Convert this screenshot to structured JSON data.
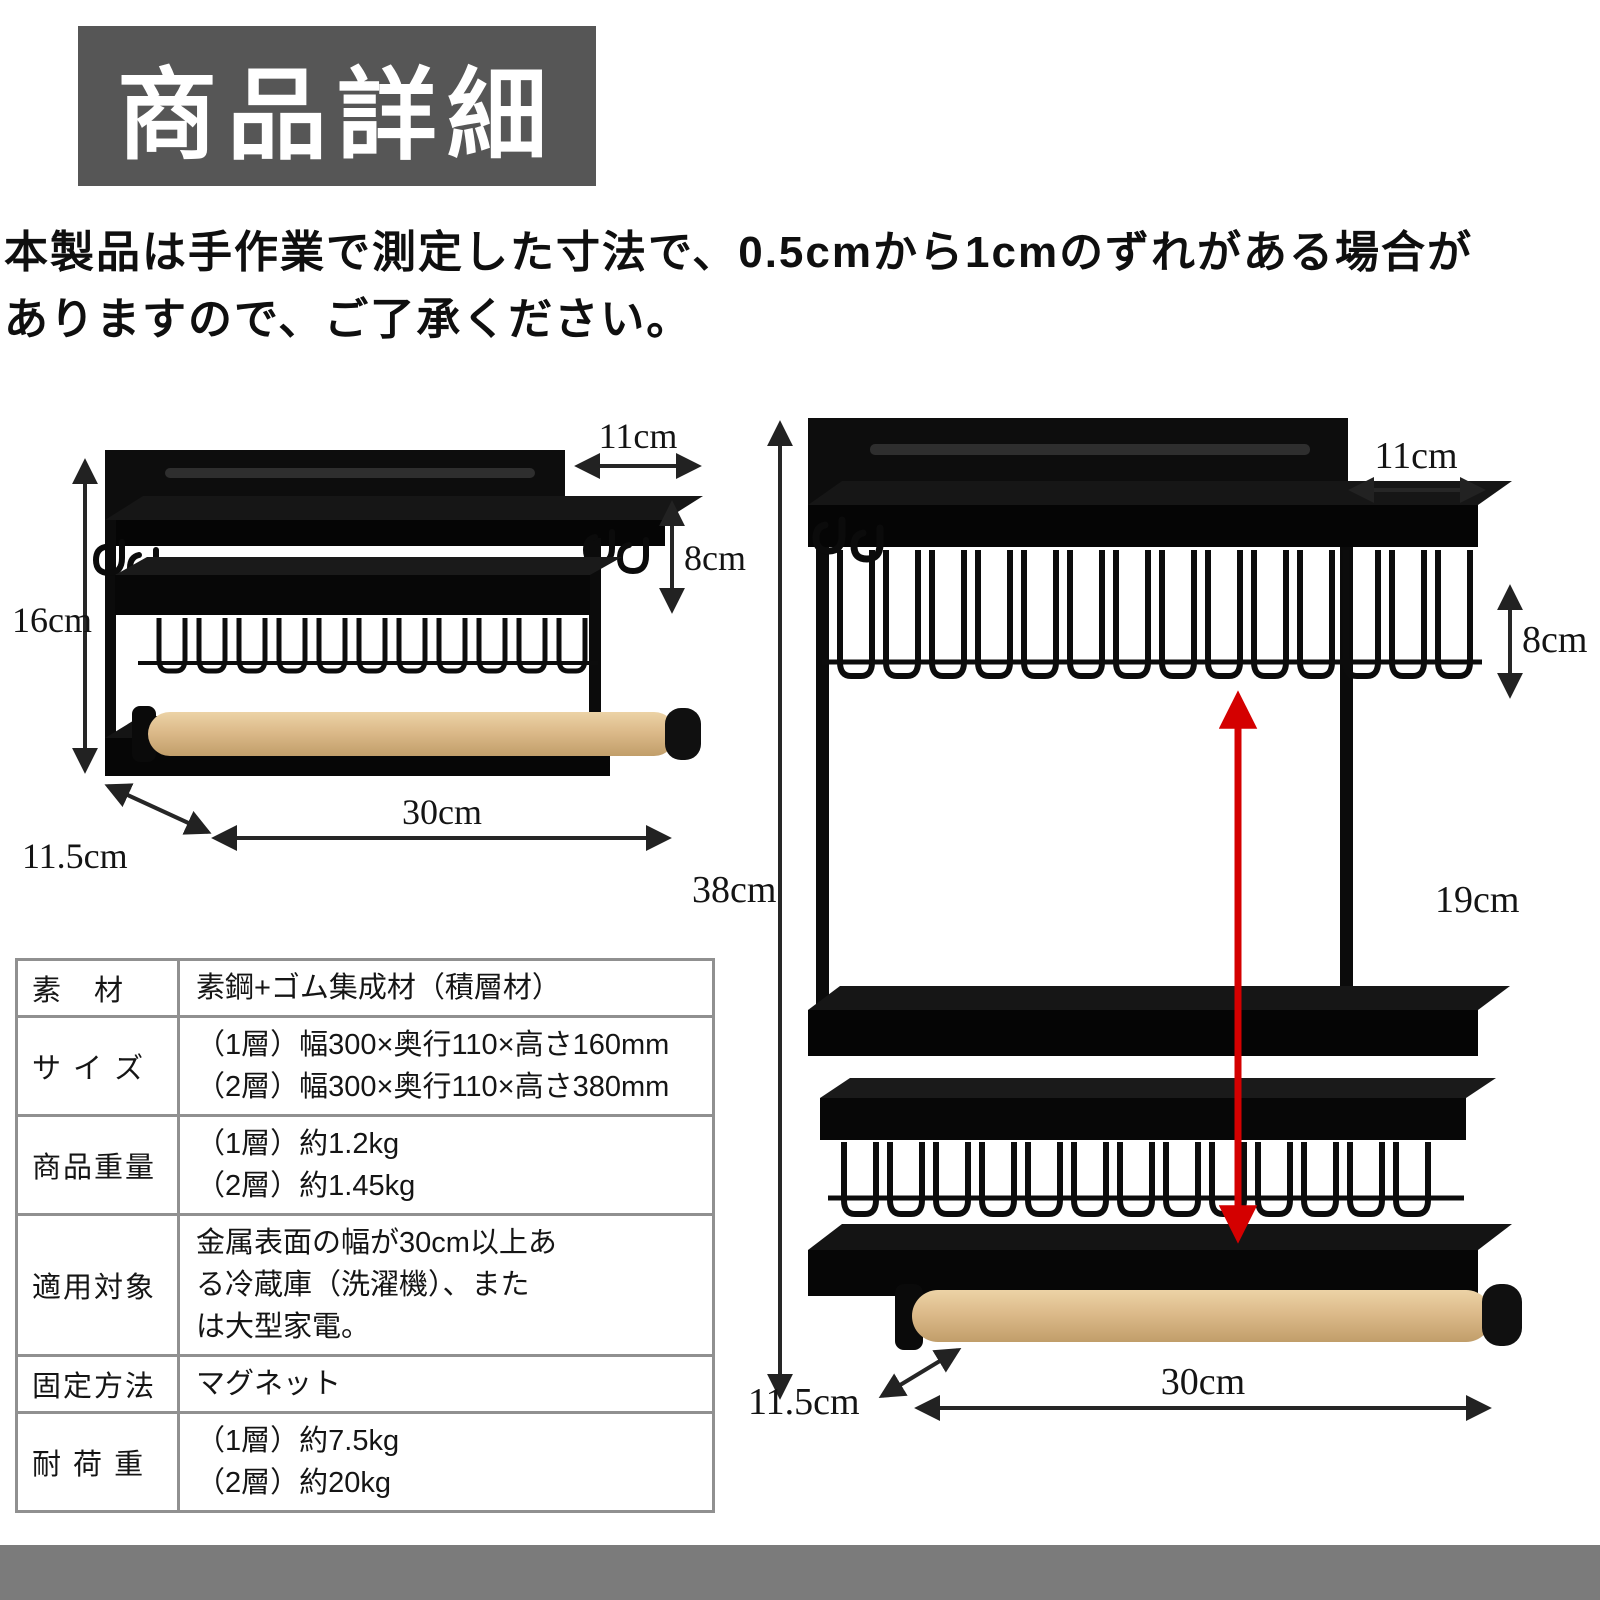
{
  "header": {
    "title": "商品詳細"
  },
  "disclaimer": {
    "line1": "本製品は手作業で測定した寸法で、0.5cmから1cmのずれがある場合が",
    "line2": "ありますので、ご了承ください。"
  },
  "diagrams": {
    "left": {
      "name": "one-tier rack",
      "height_total": "16cm",
      "depth_top": "11cm",
      "tier_height": "8cm",
      "depth_base": "11.5cm",
      "width": "30cm"
    },
    "right": {
      "name": "two-tier rack",
      "height_total": "38cm",
      "depth_top": "11cm",
      "tier_height": "8cm",
      "gap_height": "19cm",
      "depth_base": "11.5cm",
      "width": "30cm"
    }
  },
  "spec_table": {
    "rows": [
      {
        "label": "素　材",
        "lines": [
          "素鋼+ゴム集成材（積層材）"
        ]
      },
      {
        "label": "サ イ ズ",
        "lines": [
          "（1層）幅300×奥行110×高さ160mm",
          "（2層）幅300×奥行110×高さ380mm"
        ]
      },
      {
        "label": "商品重量",
        "lines": [
          "（1層）約1.2kg",
          "（2層）約1.45kg"
        ]
      },
      {
        "label": "適用対象",
        "lines": [
          "金属表面の幅が30cm以上あ",
          "る冷蔵庫（洗濯機）、また",
          "は大型家電。"
        ]
      },
      {
        "label": "固定方法",
        "lines": [
          "マグネット"
        ]
      },
      {
        "label": "耐 荷 重",
        "lines": [
          "（1層）約7.5kg",
          "（2層）約20kg"
        ]
      }
    ]
  },
  "colors": {
    "banner_bg": "#565656",
    "footer_bg": "#7b7b7b",
    "rack_black": "#0d0d0d",
    "wood": "#dcba8a",
    "dimension_line": "#262626",
    "red_arrow": "#d40000"
  }
}
